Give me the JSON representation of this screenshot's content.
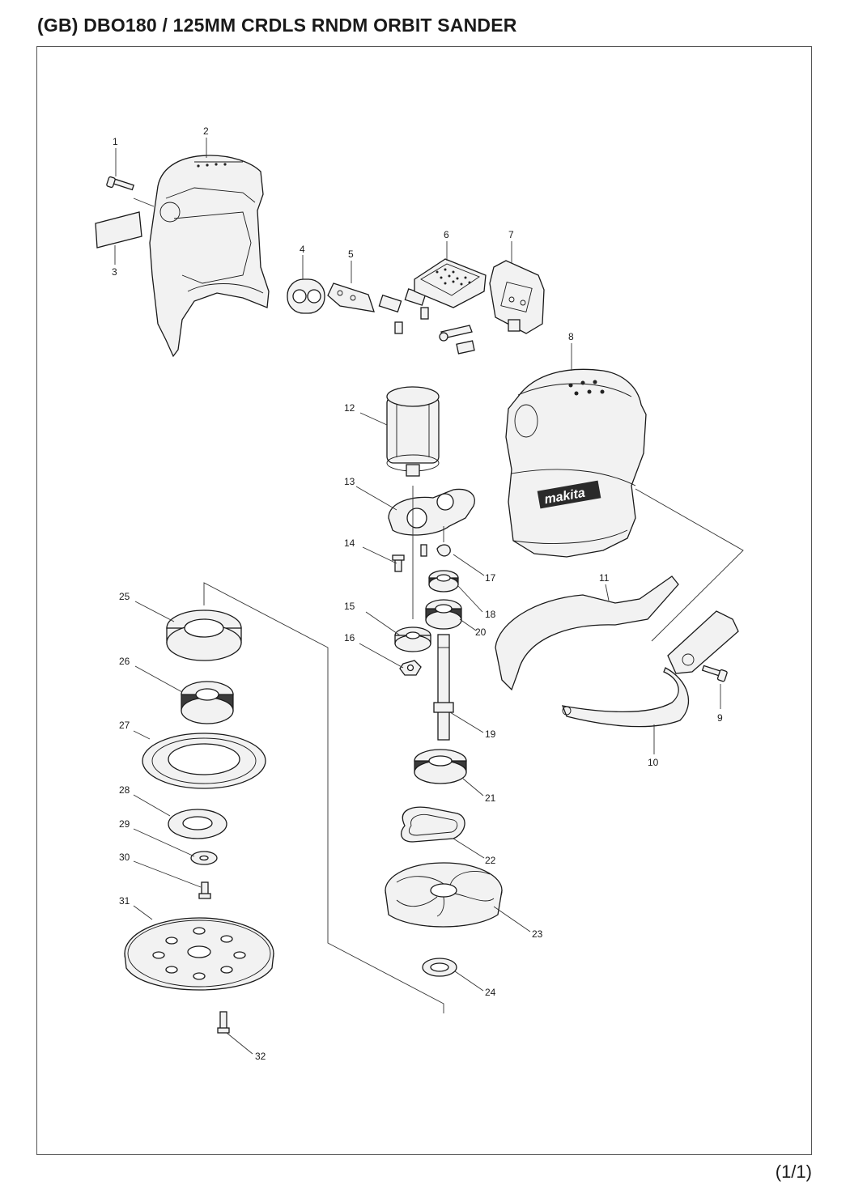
{
  "page": {
    "title": "(GB) DBO180 / 125MM CRDLS RNDM ORBIT SANDER",
    "page_number": "(1/1)"
  },
  "callouts": [
    {
      "id": "1",
      "label": "1"
    },
    {
      "id": "2",
      "label": "2"
    },
    {
      "id": "3",
      "label": "3"
    },
    {
      "id": "4",
      "label": "4"
    },
    {
      "id": "5",
      "label": "5"
    },
    {
      "id": "6",
      "label": "6"
    },
    {
      "id": "7",
      "label": "7"
    },
    {
      "id": "8",
      "label": "8"
    },
    {
      "id": "9",
      "label": "9"
    },
    {
      "id": "10",
      "label": "10"
    },
    {
      "id": "11",
      "label": "11"
    },
    {
      "id": "12",
      "label": "12"
    },
    {
      "id": "13",
      "label": "13"
    },
    {
      "id": "14",
      "label": "14"
    },
    {
      "id": "15",
      "label": "15"
    },
    {
      "id": "16",
      "label": "16"
    },
    {
      "id": "17",
      "label": "17"
    },
    {
      "id": "18",
      "label": "18"
    },
    {
      "id": "19",
      "label": "19"
    },
    {
      "id": "20",
      "label": "20"
    },
    {
      "id": "21",
      "label": "21"
    },
    {
      "id": "22",
      "label": "22"
    },
    {
      "id": "23",
      "label": "23"
    },
    {
      "id": "24",
      "label": "24"
    },
    {
      "id": "25",
      "label": "25"
    },
    {
      "id": "26",
      "label": "26"
    },
    {
      "id": "27",
      "label": "27"
    },
    {
      "id": "28",
      "label": "28"
    },
    {
      "id": "29",
      "label": "29"
    },
    {
      "id": "30",
      "label": "30"
    },
    {
      "id": "31",
      "label": "31"
    },
    {
      "id": "32",
      "label": "32"
    }
  ],
  "brand_mark": "makita"
}
